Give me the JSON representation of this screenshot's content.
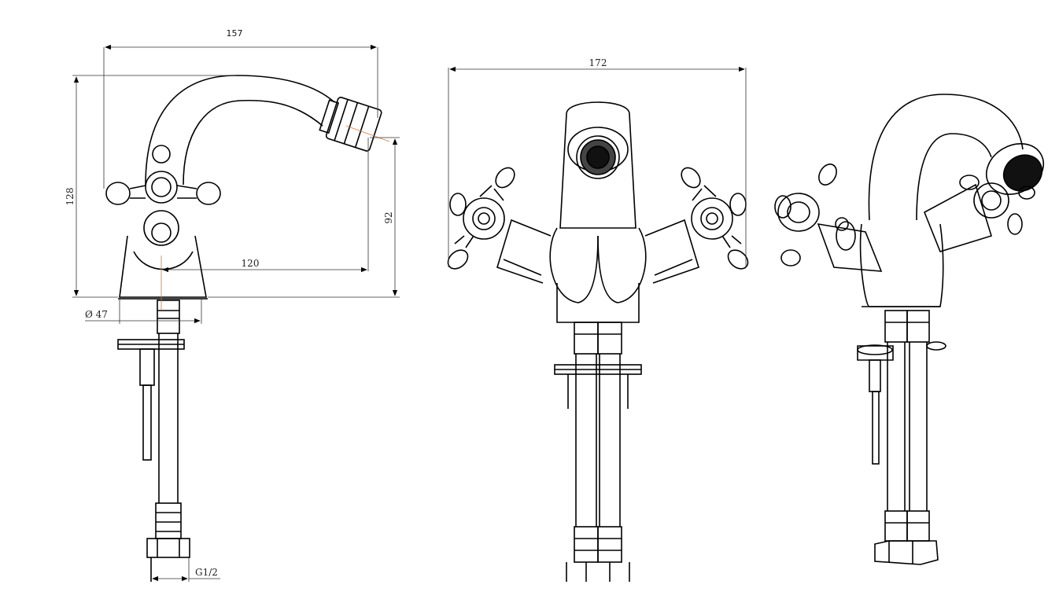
{
  "dimensions": {
    "side_overall_width": "157",
    "side_height": "128",
    "spout_height": "92",
    "spout_reach": "120",
    "base_diameter": "Ø 47",
    "thread": "G1/2",
    "front_overall_width": "172"
  },
  "colors": {
    "line": "#000000",
    "dimension_line": "#333333",
    "center_line": "#c87a3c"
  }
}
